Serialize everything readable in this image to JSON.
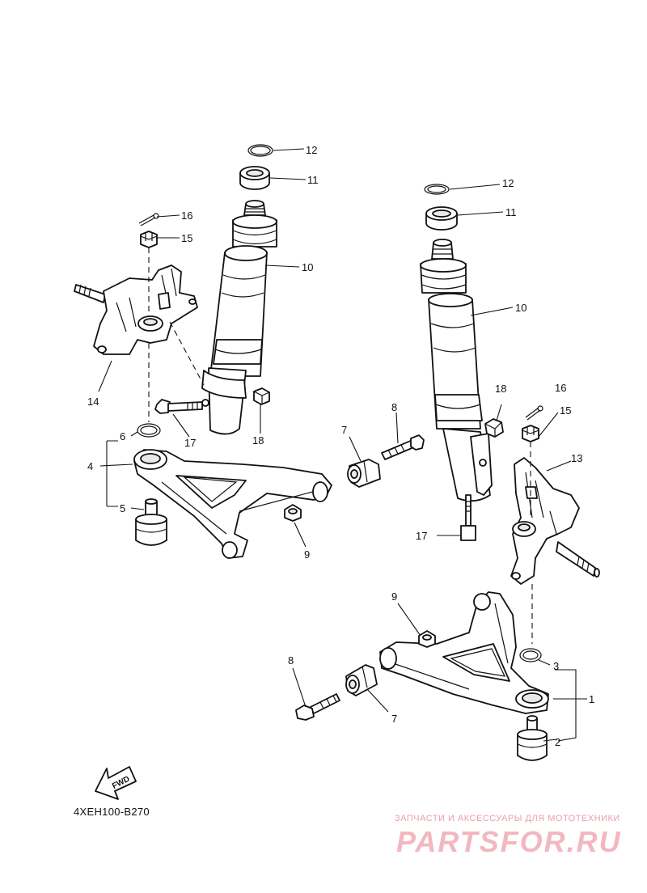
{
  "diagram": {
    "code": "4XEH100-B270",
    "fwd_label": "FWD",
    "watermark": {
      "tagline": "ЗАПЧАСТИ И АКСЕССУАРЫ ДЛЯ МОТОТЕХНИКИ",
      "logo": "PARTSFOR.RU"
    },
    "callouts": [
      {
        "id": "c12l",
        "label": "12"
      },
      {
        "id": "c11l",
        "label": "11"
      },
      {
        "id": "c10l",
        "label": "10"
      },
      {
        "id": "c16l",
        "label": "16"
      },
      {
        "id": "c15l",
        "label": "15"
      },
      {
        "id": "c14",
        "label": "14"
      },
      {
        "id": "c17l",
        "label": "17"
      },
      {
        "id": "c18l",
        "label": "18"
      },
      {
        "id": "c6",
        "label": "6"
      },
      {
        "id": "c4",
        "label": "4"
      },
      {
        "id": "c5",
        "label": "5"
      },
      {
        "id": "c7l",
        "label": "7"
      },
      {
        "id": "c8l",
        "label": "8"
      },
      {
        "id": "c9l",
        "label": "9"
      },
      {
        "id": "c12r",
        "label": "12"
      },
      {
        "id": "c11r",
        "label": "11"
      },
      {
        "id": "c10r",
        "label": "10"
      },
      {
        "id": "c18r",
        "label": "18"
      },
      {
        "id": "c16r",
        "label": "16"
      },
      {
        "id": "c15r",
        "label": "15"
      },
      {
        "id": "c13",
        "label": "13"
      },
      {
        "id": "c17r",
        "label": "17"
      },
      {
        "id": "c9r",
        "label": "9"
      },
      {
        "id": "c3",
        "label": "3"
      },
      {
        "id": "c1",
        "label": "1"
      },
      {
        "id": "c8r",
        "label": "8"
      },
      {
        "id": "c7r",
        "label": "7"
      },
      {
        "id": "c2",
        "label": "2"
      }
    ]
  }
}
